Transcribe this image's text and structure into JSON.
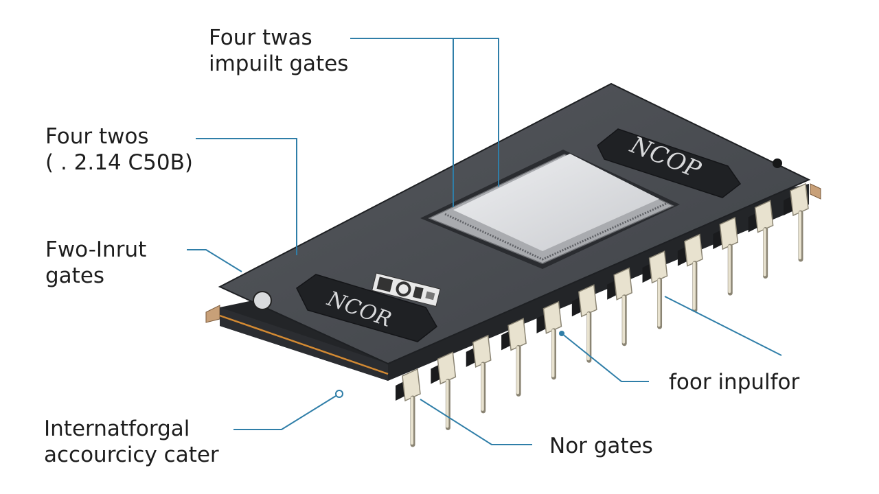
{
  "labels": {
    "top": {
      "line1": "Four twas",
      "line2": "impuilt gates"
    },
    "left_upper": {
      "line1": "Four twos",
      "line2": "( . 2.14 C50B)"
    },
    "left_middle": {
      "line1": "Fwo-Inrut",
      "line2": "gates"
    },
    "left_bottom": {
      "line1": "Internatforgal",
      "line2": "accourcicy cater"
    },
    "right": {
      "line1": "foor inpulfor"
    },
    "bottom": {
      "line1": "Nor gates"
    }
  },
  "chip": {
    "marking_upper": "NCOP",
    "marking_lower": "NCOR"
  },
  "colors": {
    "body_top": "#4a4d52",
    "body_front": "#222427",
    "pad": "#1a1b1d",
    "pin": "#e8e2cf",
    "pin_edge": "#8a8473",
    "leader": "#2f7ea8",
    "seam": "#d48a32",
    "die": "#dcdde0"
  }
}
